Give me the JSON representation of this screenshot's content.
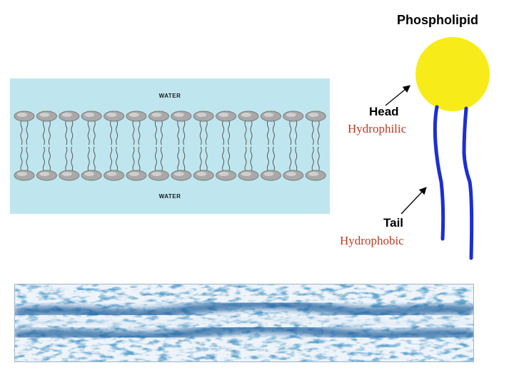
{
  "bilayer": {
    "water_top": "WATER",
    "water_bottom": "WATER"
  },
  "phospholipid": {
    "title": "Phospholipid",
    "head_label": "Head",
    "hydrophilic_label": "Hydrophilic",
    "tail_label": "Tail",
    "hydrophobic_label": "Hydrophobic"
  },
  "colors": {
    "water": "#bfe6ef",
    "head": "#f7ec1a",
    "tail": "#1c2fd1",
    "property_text": "#c0391f",
    "micrograph_dark": "#1f5f9c"
  }
}
